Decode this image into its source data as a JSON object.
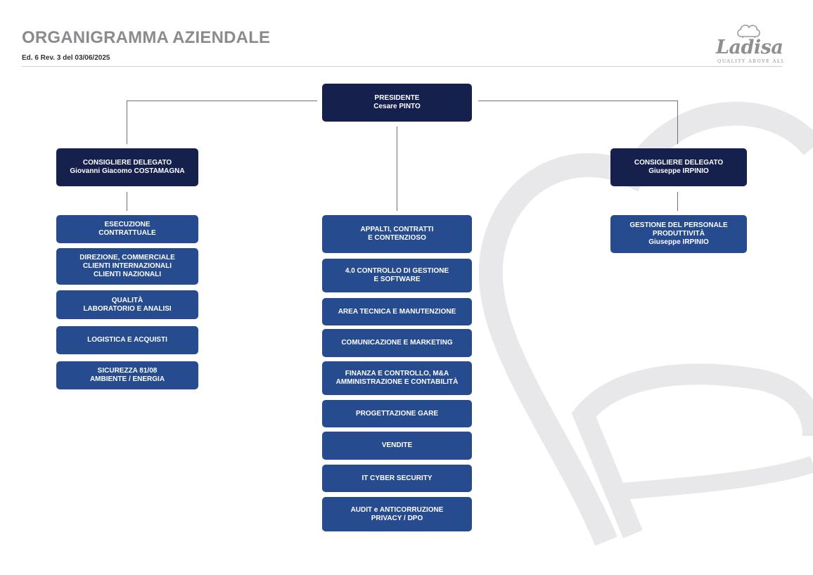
{
  "header": {
    "title": "ORGANIGRAMMA AZIENDALE",
    "edition": "Ed. 6 Rev. 3 del 03/06/2025"
  },
  "logo": {
    "wordmark": "Ladisa",
    "tagline": "QUALITY ABOVE ALL"
  },
  "colors": {
    "executive_box": "#15204d",
    "department_box": "#274b8f",
    "title_grey": "#8a8b8e"
  },
  "chart": {
    "president": {
      "role": "PRESIDENTE",
      "name": "Cesare PINTO"
    },
    "left_delegate": {
      "role": "CONSIGLIERE DELEGATO",
      "name": "Giovanni Giacomo COSTAMAGNA"
    },
    "right_delegate": {
      "role": "CONSIGLIERE DELEGATO",
      "name": "Giuseppe IRPINIO"
    },
    "left_units": [
      {
        "line1": "ESECUZIONE",
        "line2": "CONTRATTUALE"
      },
      {
        "line1": "DIREZIONE, COMMERCIALE",
        "line2": "CLIENTI INTERNAZIONALI",
        "line3": "CLIENTI NAZIONALI"
      },
      {
        "line1": "QUALITÀ",
        "line2": "LABORATORIO E ANALISI"
      },
      {
        "line1": "LOGISTICA E ACQUISTI"
      },
      {
        "line1": "SICUREZZA 81/08",
        "line2": "AMBIENTE / ENERGIA"
      }
    ],
    "center_units": [
      {
        "line1": "APPALTI, CONTRATTI",
        "line2": "E CONTENZIOSO"
      },
      {
        "line1": "4.0 CONTROLLO DI GESTIONE",
        "line2": "E SOFTWARE"
      },
      {
        "line1": "AREA TECNICA E MANUTENZIONE"
      },
      {
        "line1": "COMUNICAZIONE E MARKETING"
      },
      {
        "line1": "FINANZA E CONTROLLO, M&A",
        "line2": "AMMINISTRAZIONE E CONTABILITÀ"
      },
      {
        "line1": "PROGETTAZIONE GARE"
      },
      {
        "line1": "VENDITE"
      },
      {
        "line1": "IT CYBER SECURITY"
      },
      {
        "line1": "AUDIT e ANTICORRUZIONE",
        "line2": "PRIVACY / DPO"
      }
    ],
    "right_units": [
      {
        "line1": "GESTIONE DEL PERSONALE",
        "line2": "PRODUTTIVITÀ",
        "line3": "Giuseppe IRPINIO"
      }
    ]
  }
}
